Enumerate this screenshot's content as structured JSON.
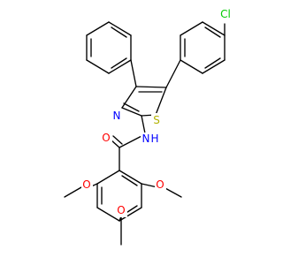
{
  "colors": {
    "bond": "#000000",
    "carbon": "#000000",
    "oxygen": "#ff0000",
    "nitrogen": "#0000ff",
    "sulfur": "#b2b200",
    "chlorine": "#00cc00"
  },
  "labels": {
    "chlorine": "Cl",
    "sulfur": "S",
    "nitrogen_ring": "N",
    "nitrogen_amide": "N",
    "hydrogen_amide": "H",
    "oxygen_carbonyl": "O",
    "oxygen_methoxy_left": "O",
    "oxygen_methoxy_center": "O",
    "oxygen_methoxy_right": "O"
  }
}
